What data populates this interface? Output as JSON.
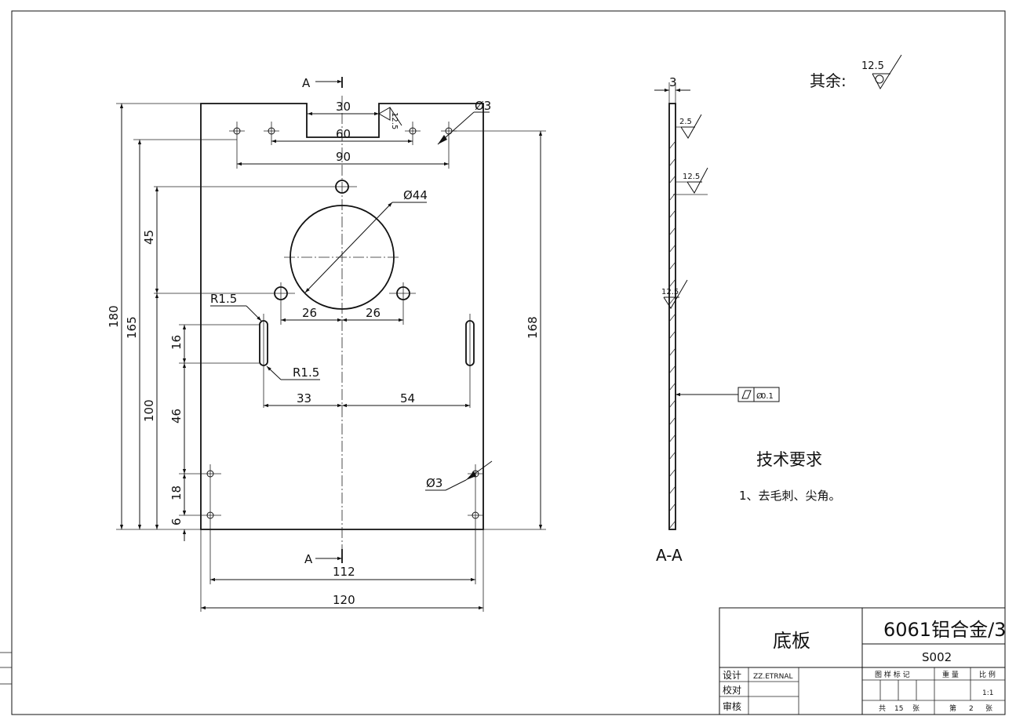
{
  "section_marker": "A",
  "section_view_label": "A-A",
  "dimensions": {
    "top_30": "30",
    "top_60": "60",
    "top_90": "90",
    "dia_3_top": "Ø3",
    "dia_44": "Ø44",
    "r15_upper": "R1.5",
    "r15_lower": "R1.5",
    "h_26_left": "26",
    "h_26_right": "26",
    "h_33": "33",
    "h_54": "54",
    "dia_3_bottom": "Ø3",
    "h_112": "112",
    "h_120": "120",
    "v_180": "180",
    "v_165": "165",
    "v_100": "100",
    "v_45": "45",
    "v_16": "16",
    "v_46": "46",
    "v_18": "18",
    "v_6": "6",
    "v_168": "168",
    "thickness_3": "3"
  },
  "surface_finish": {
    "top_slot": "12.5",
    "section_1": "2.5",
    "section_2": "12.5",
    "section_3": "12.5",
    "default_label": "其余:",
    "default_value": "12.5"
  },
  "flatness": {
    "value": "0.1"
  },
  "tech_requirements": {
    "title": "技术要求",
    "item_1": "1、去毛刺、尖角。"
  },
  "title_block": {
    "part_name": "底板",
    "material": "6061铝合金/3",
    "drawing_no": "S002",
    "design_label": "设计",
    "designer": "ZZ.ETRNAL",
    "check_label": "校对",
    "approve_label": "审核",
    "stage_mark_label": "图 样 标 记",
    "weight_label": "重 量",
    "scale_label": "比 例",
    "scale_value": "1:1",
    "total_label": "共",
    "total_sheets": "15",
    "sheet_unit": "张",
    "sheet_label": "第",
    "sheet_number": "2",
    "sheet_unit_2": "张"
  }
}
